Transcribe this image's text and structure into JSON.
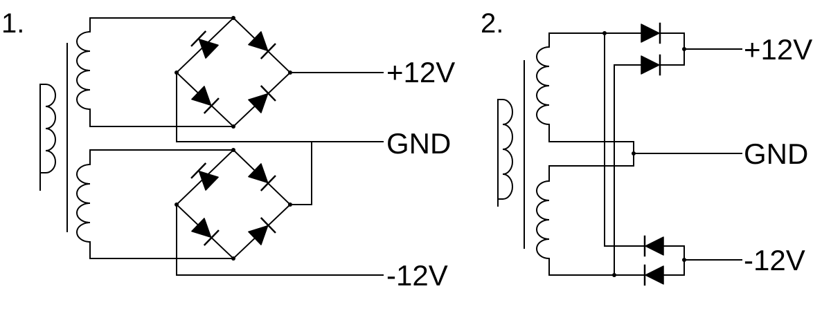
{
  "diagram": {
    "circuit_1": {
      "number": "1.",
      "label_pos": "+12V",
      "label_gnd": "GND",
      "label_neg": "-12V"
    },
    "circuit_2": {
      "number": "2.",
      "label_pos": "+12V",
      "label_gnd": "GND",
      "label_neg": "-12V"
    }
  }
}
